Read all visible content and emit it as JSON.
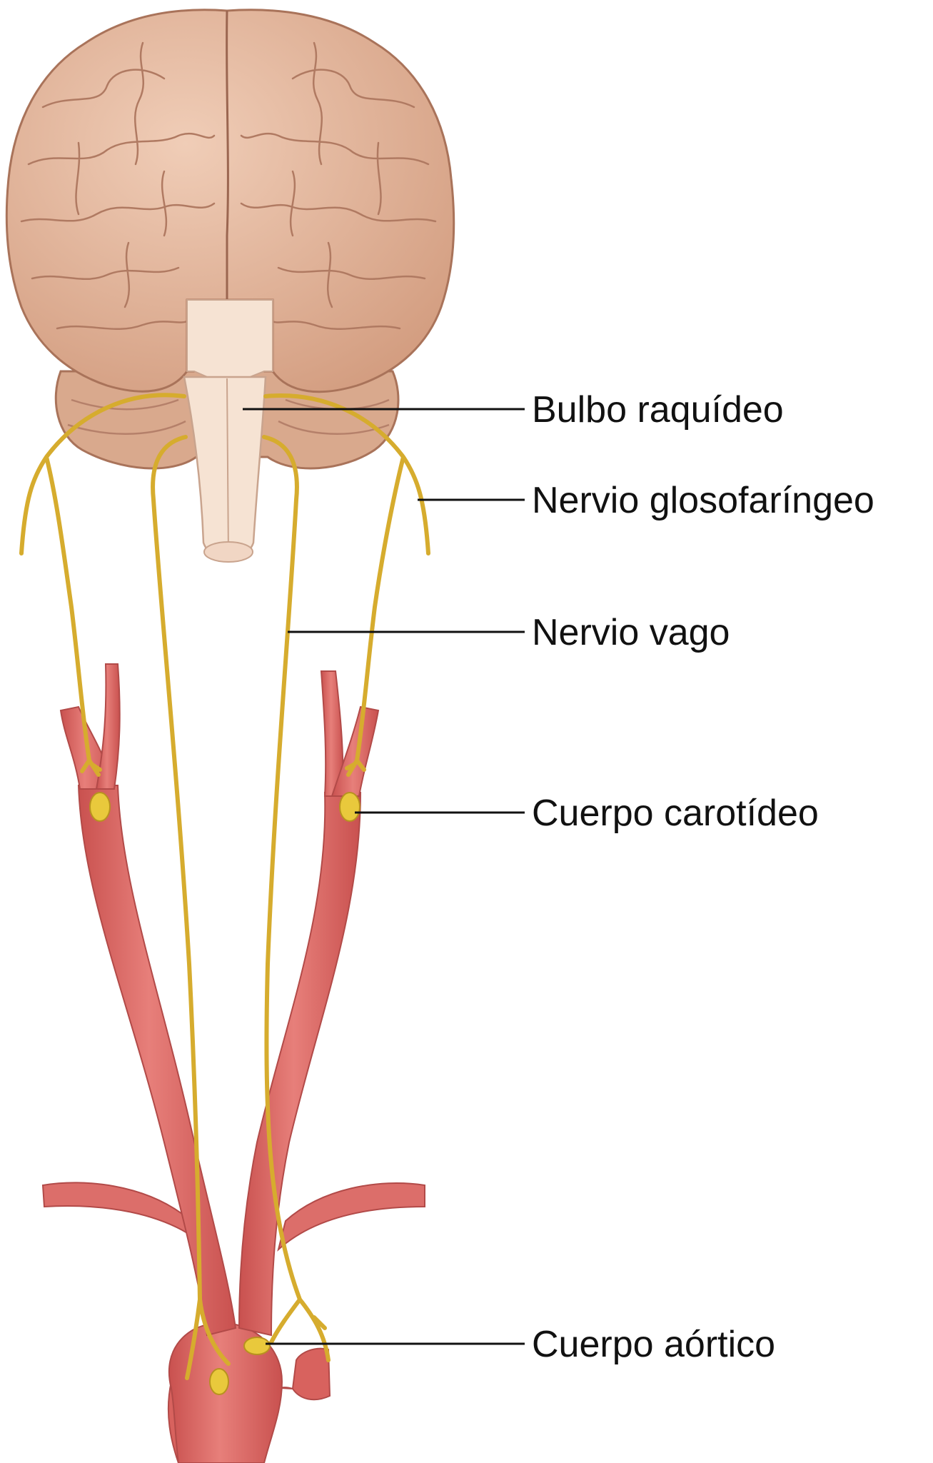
{
  "labels": {
    "bulbo": "Bulbo raquídeo",
    "glosofaringeo": "Nervio glosofaríngeo",
    "vago": "Nervio vago",
    "carotideo": "Cuerpo carotídeo",
    "aortico": "Cuerpo aórtico"
  },
  "colors": {
    "brain": "#e1b49a",
    "brain_stroke": "#a9735a",
    "medulla": "#f6e3d3",
    "artery": "#dc6e6a",
    "artery_stroke": "#b24a48",
    "nerve": "#d6ac2e",
    "body": "#e9c93c",
    "leader": "#111111"
  }
}
